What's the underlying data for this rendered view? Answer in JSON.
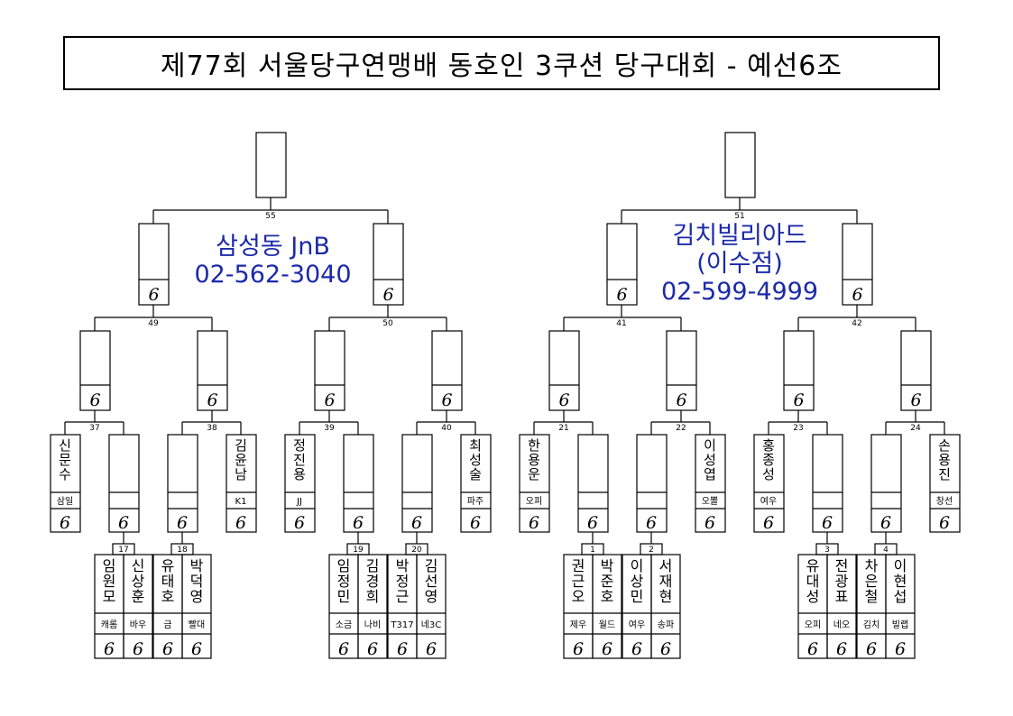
{
  "title": "제77회 서울당구연맹배 동호인 3쿠션 당구대회 - 예선6조",
  "venues": {
    "left": {
      "name": "삼성동 JnB",
      "phone": "02-562-3040"
    },
    "right": {
      "name": "김치빌리아드",
      "branch": "(이수점)",
      "phone": "02-599-4999"
    }
  },
  "handicap": "6",
  "match_numbers": {
    "top_left": "55",
    "top_right": "51",
    "semi": [
      "49",
      "50",
      "41",
      "42"
    ],
    "qf": [
      "37",
      "38",
      "39",
      "40",
      "21",
      "22",
      "23",
      "24"
    ],
    "r1": [
      "17",
      "18",
      "19",
      "20",
      "1",
      "2",
      "3",
      "4"
    ]
  },
  "seeds": [
    {
      "name": "신문수",
      "club": "삼일"
    },
    {
      "name": "김윤남",
      "club": "K1"
    },
    {
      "name": "정진용",
      "club": "JJ"
    },
    {
      "name": "최성술",
      "club": "파주"
    },
    {
      "name": "한용운",
      "club": "오피"
    },
    {
      "name": "이성엽",
      "club": "오뽈"
    },
    {
      "name": "홍종성",
      "club": "여우"
    },
    {
      "name": "손용진",
      "club": "창선"
    }
  ],
  "first_round": [
    {
      "name": "임원모",
      "club": "캐롬"
    },
    {
      "name": "신상훈",
      "club": "바우"
    },
    {
      "name": "유태호",
      "club": "금"
    },
    {
      "name": "박덕영",
      "club": "빨대"
    },
    {
      "name": "임정민",
      "club": "소금"
    },
    {
      "name": "김경희",
      "club": "나비"
    },
    {
      "name": "박정근",
      "club": "T317"
    },
    {
      "name": "김선영",
      "club": "네3C"
    },
    {
      "name": "권근오",
      "club": "제우"
    },
    {
      "name": "박준호",
      "club": "월드"
    },
    {
      "name": "이상민",
      "club": "여우"
    },
    {
      "name": "서재현",
      "club": "송파"
    },
    {
      "name": "유대성",
      "club": "오피"
    },
    {
      "name": "전광표",
      "club": "네오"
    },
    {
      "name": "차은철",
      "club": "김치"
    },
    {
      "name": "이현섭",
      "club": "빌랩"
    }
  ]
}
